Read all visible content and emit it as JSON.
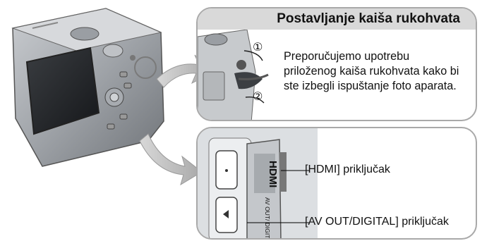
{
  "strap_panel": {
    "title": "Postavljanje kaiša rukohvata",
    "step_1": "①",
    "step_2": "②",
    "body_lines": [
      "Preporučujemo upotrebu",
      "priloženog kaiša rukohvata kako bi",
      "ste izbegli ispuštanje foto aparata."
    ]
  },
  "ports_panel": {
    "hdmi_label": "[HDMI] priključak",
    "av_label": "[AV OUT/DIGITAL] priključak",
    "door_hdmi_text": "HDMI",
    "door_av_text": "AV OUT/ DIGITAL"
  },
  "colors": {
    "panel_border": "#a9a9a9",
    "title_bar": "#d9d9d9",
    "arrow_gray": "#b5b5b5"
  }
}
